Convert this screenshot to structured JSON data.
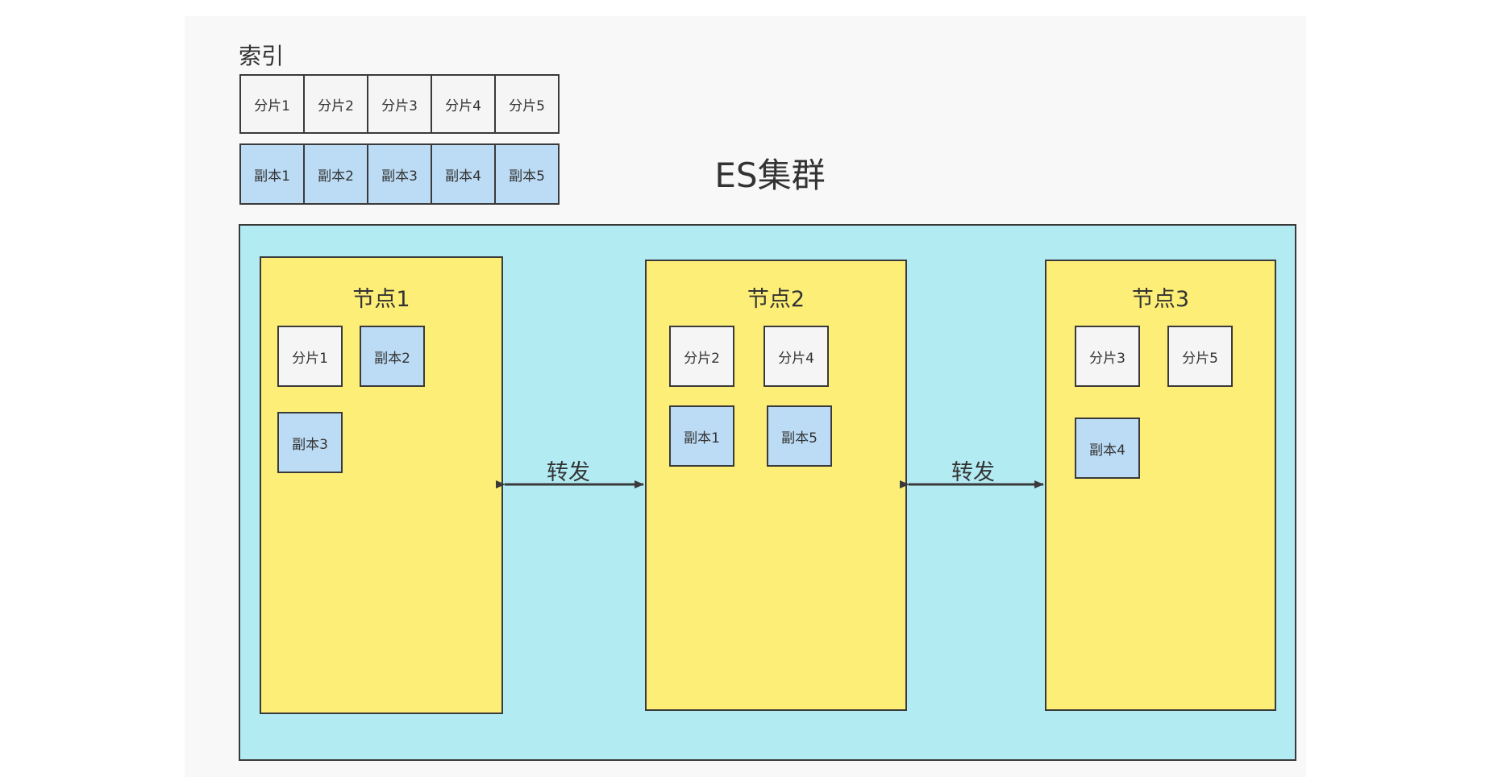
{
  "index": {
    "title": "索引",
    "shards": [
      "分片1",
      "分片2",
      "分片3",
      "分片4",
      "分片5"
    ],
    "replicas": [
      "副本1",
      "副本2",
      "副本3",
      "副本4",
      "副本5"
    ]
  },
  "cluster": {
    "title": "ES集群",
    "nodes": [
      {
        "title": "节点1",
        "items": [
          {
            "label": "分片1",
            "kind": "shard"
          },
          {
            "label": "副本2",
            "kind": "replica"
          },
          {
            "label": "副本3",
            "kind": "replica"
          }
        ]
      },
      {
        "title": "节点2",
        "items": [
          {
            "label": "分片2",
            "kind": "shard"
          },
          {
            "label": "分片4",
            "kind": "shard"
          },
          {
            "label": "副本1",
            "kind": "replica"
          },
          {
            "label": "副本5",
            "kind": "replica"
          }
        ]
      },
      {
        "title": "节点3",
        "items": [
          {
            "label": "分片3",
            "kind": "shard"
          },
          {
            "label": "分片5",
            "kind": "shard"
          },
          {
            "label": "副本4",
            "kind": "replica"
          }
        ]
      }
    ],
    "links": [
      {
        "label": "转发",
        "from": "节点1",
        "to": "节点2"
      },
      {
        "label": "转发",
        "from": "节点2",
        "to": "节点3"
      }
    ]
  },
  "colors": {
    "background": "#f8f8f8",
    "cluster_fill": "#b3ebf3",
    "node_fill": "#fdee78",
    "shard_fill": "#f5f5f5",
    "replica_fill": "#bcdcf6",
    "stroke": "#3a3a3a"
  }
}
